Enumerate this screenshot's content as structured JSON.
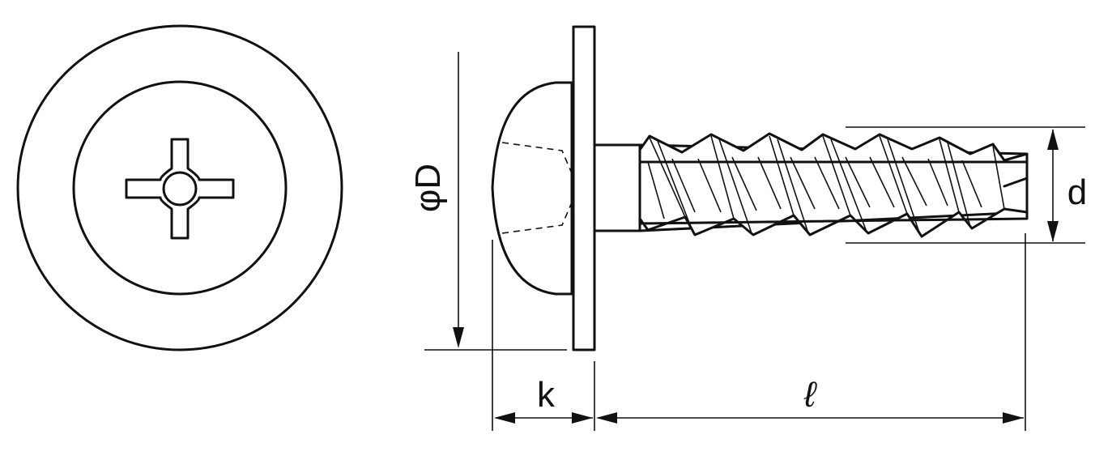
{
  "labels": {
    "diameter": "φD",
    "head_height": "k",
    "length": "ℓ",
    "thread_diameter": "d"
  }
}
